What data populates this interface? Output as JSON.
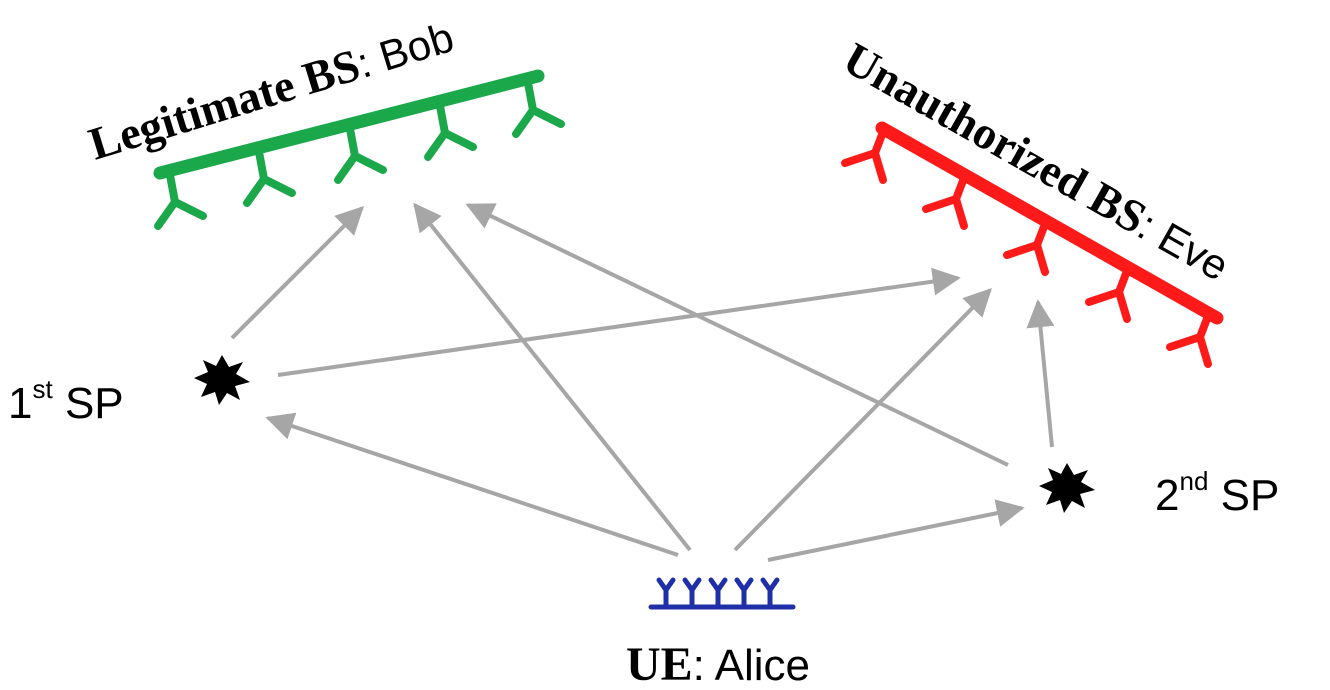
{
  "bob": {
    "name_bold": "Legitimate BS",
    "name_rest": ": Bob",
    "color": "#1aa84a"
  },
  "eve": {
    "name_bold": "Unauthorized BS",
    "name_rest": ": Eve",
    "color": "#ff1a1a"
  },
  "alice": {
    "name_bold": "UE",
    "name_rest": ": Alice",
    "color": "#1f2fa8"
  },
  "sp1": {
    "base": "1",
    "sup": "st",
    "rest": " SP"
  },
  "sp2": {
    "base": "2",
    "sup": "nd",
    "rest": " SP"
  },
  "arrow_color": "#a6a6a6",
  "scatterer_color": "#000000"
}
